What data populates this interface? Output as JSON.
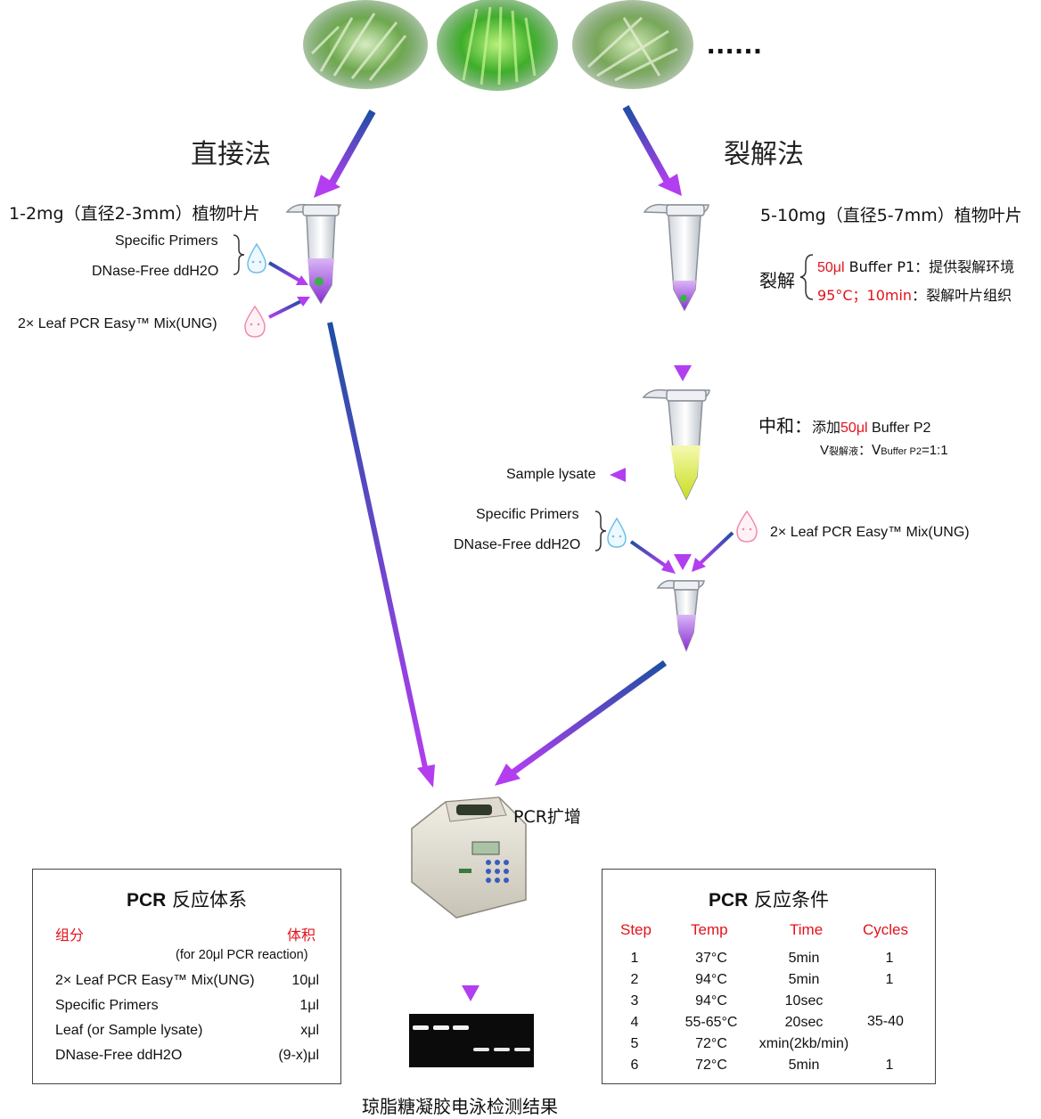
{
  "top": {
    "ellipsis": "......"
  },
  "direct": {
    "title": "直接法",
    "leaf_desc": "1-2mg（直径2-3mm）植物叶片",
    "primer_label": "Specific Primers",
    "water_label": "DNase-Free ddH2O",
    "mix_label": "2× Leaf PCR Easy™ Mix(UNG)"
  },
  "lysis": {
    "title": "裂解法",
    "leaf_desc": "5-10mg（直径5-7mm）植物叶片",
    "lyse_word": "裂解",
    "step1_red": "50μl",
    "step1_rest": " Buffer P1：提供裂解环境",
    "step2_red": "95°C；10min",
    "step2_rest": "：裂解叶片组织",
    "neutral_prefix": "中和：",
    "neutral_add": "添加",
    "neutral_red": "50μl",
    "neutral_rest": " Buffer P2",
    "ratio_v": "V",
    "ratio_sub1": "裂解液",
    "ratio_mid": "：V",
    "ratio_sub2": "Buffer P2",
    "ratio_end": "=1:1",
    "sample_lysate": "Sample lysate",
    "primer_label": "Specific Primers",
    "water_label": "DNase-Free ddH2O",
    "mix_label": "2× Leaf PCR Easy™ Mix(UNG)"
  },
  "pcr_label": "PCR扩增",
  "gel_caption": "琼脂糖凝胶电泳检测结果",
  "system_table": {
    "title_bold": "PCR",
    "title_rest": " 反应体系",
    "col1": "组分",
    "col2": "体积",
    "note": "(for 20μl PCR reaction)",
    "rows": [
      {
        "name": "2× Leaf PCR Easy™ Mix(UNG)",
        "vol": "10μl"
      },
      {
        "name": "Specific Primers",
        "vol": "1μl"
      },
      {
        "name": "Leaf (or Sample lysate)",
        "vol": "xμl"
      },
      {
        "name": "DNase-Free ddH2O",
        "vol": "(9-x)μl"
      }
    ]
  },
  "conditions_table": {
    "title_bold": "PCR",
    "title_rest": " 反应条件",
    "headers": [
      "Step",
      "Temp",
      "Time",
      "Cycles"
    ],
    "rows": [
      {
        "step": "1",
        "temp": "37°C",
        "time": "5min",
        "cycles": "1"
      },
      {
        "step": "2",
        "temp": "94°C",
        "time": "5min",
        "cycles": "1"
      },
      {
        "step": "3",
        "temp": "94°C",
        "time": "10sec",
        "cycles": ""
      },
      {
        "step": "4",
        "temp": "55-65°C",
        "time": "20sec",
        "cycles": ""
      },
      {
        "step": "5",
        "temp": "72°C",
        "time": "xmin(2kb/min)",
        "cycles": ""
      },
      {
        "step": "6",
        "temp": "72°C",
        "time": "5min",
        "cycles": "1"
      }
    ],
    "loop_cycles": "35-40"
  },
  "colors": {
    "arrow_start": "#1e4fa3",
    "arrow_end": "#a43ce8",
    "accent_red": "#e3121a",
    "tube_liquid": "#a04be0",
    "lysate_liquid": "#d6e84a"
  }
}
